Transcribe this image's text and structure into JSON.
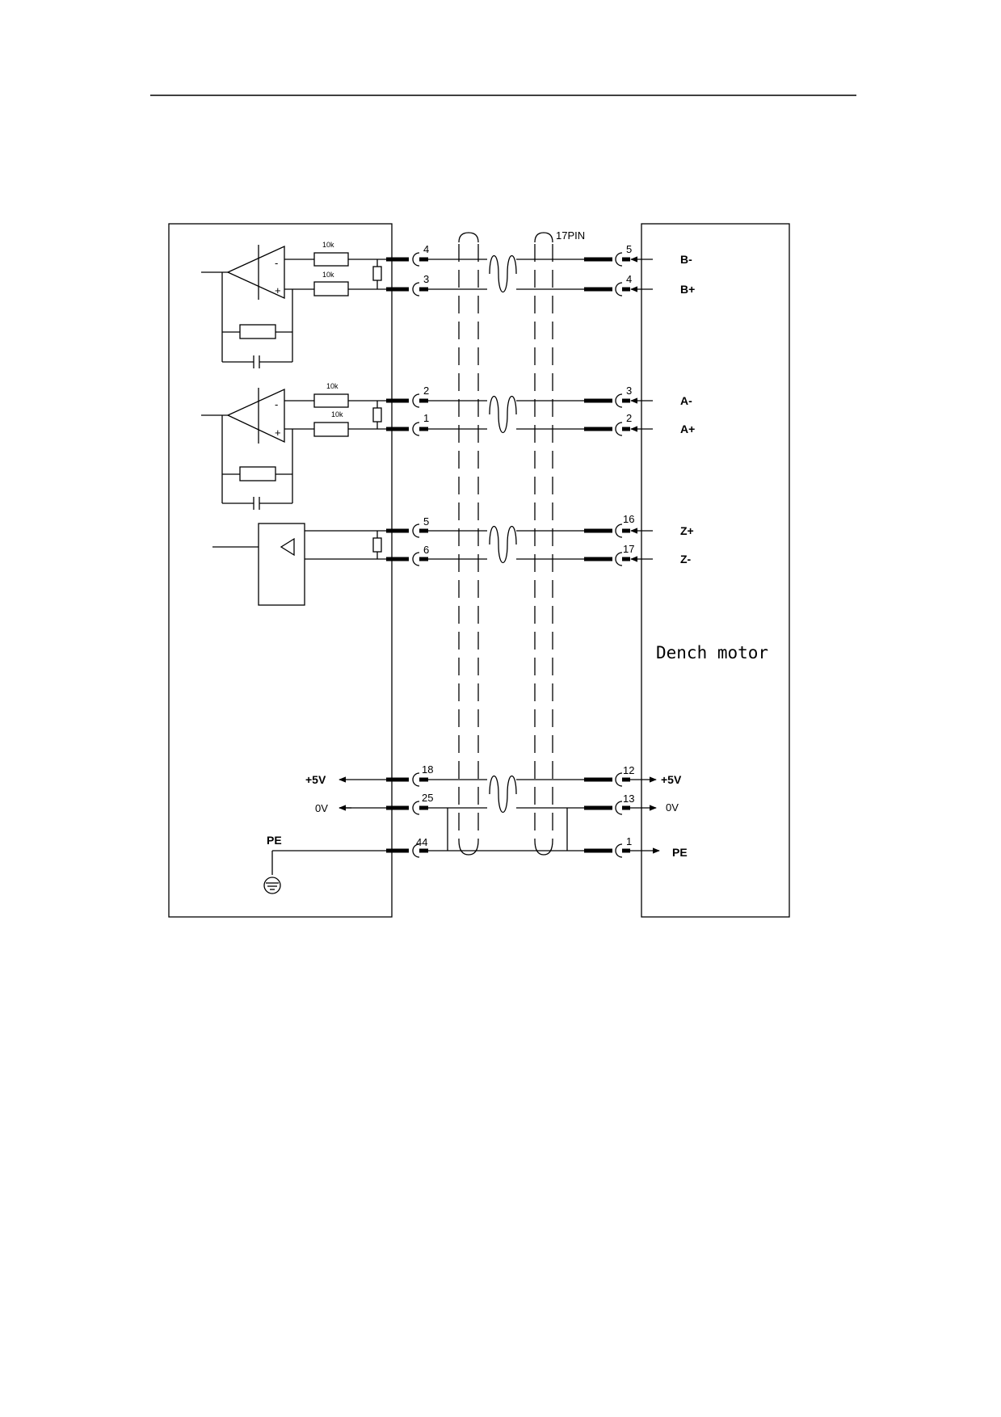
{
  "cable_label": "17PIN",
  "motor_label": "Dench motor",
  "resistor_values": [
    "10k",
    "10k",
    "10k",
    "10k"
  ],
  "channels": [
    {
      "left_pins": [
        "4",
        "3"
      ],
      "right_pins": [
        "5",
        "4"
      ],
      "signals": [
        "B-",
        "B+"
      ]
    },
    {
      "left_pins": [
        "2",
        "1"
      ],
      "right_pins": [
        "3",
        "2"
      ],
      "signals": [
        "A-",
        "A+"
      ]
    },
    {
      "left_pins": [
        "5",
        "6"
      ],
      "right_pins": [
        "16",
        "17"
      ],
      "signals": [
        "Z+",
        "Z-"
      ]
    }
  ],
  "power": {
    "left_pins": [
      "18",
      "25",
      "44"
    ],
    "right_pins": [
      "12",
      "13",
      "1"
    ],
    "left_labels": [
      "+5V",
      "0V",
      "PE"
    ],
    "right_labels": [
      "+5V",
      "0V",
      "PE"
    ]
  },
  "opamp_pins": {
    "minus": "-",
    "plus": "+"
  }
}
